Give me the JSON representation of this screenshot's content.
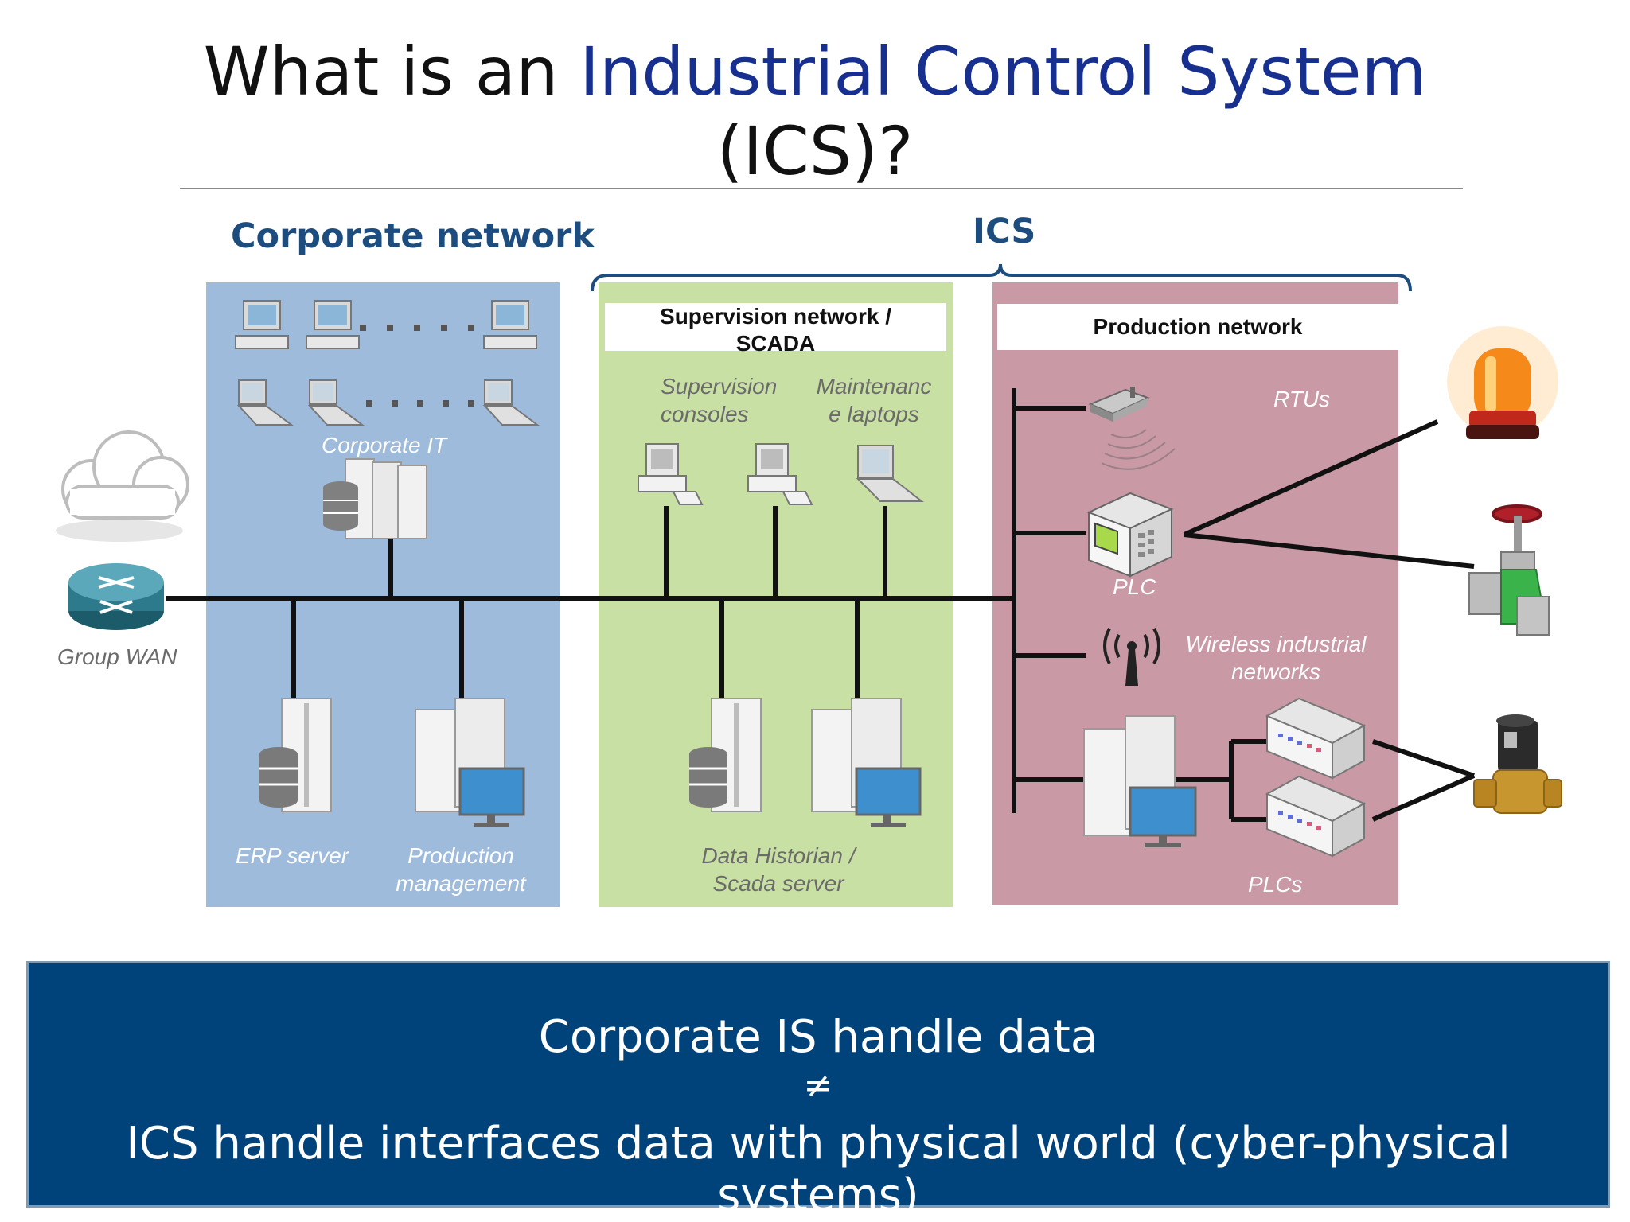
{
  "title": {
    "part1": "What is an ",
    "highlight": "Industrial Control System",
    "part2": "(ICS)?"
  },
  "sections": {
    "corporate_network": "Corporate network",
    "ics": "ICS"
  },
  "zones": {
    "supervision_header": [
      "Supervision network /",
      "SCADA"
    ],
    "production_header": "Production network"
  },
  "labels": {
    "corporate_it": "Corporate IT",
    "group_wan": "Group WAN",
    "erp_server": "ERP server",
    "production_management": [
      "Production",
      "management"
    ],
    "supervision_consoles": [
      "Supervision",
      "consoles"
    ],
    "maintenance_laptops": [
      "Maintenanc",
      "e laptops"
    ],
    "data_historian": [
      "Data Historian /",
      "Scada server"
    ],
    "rtus": "RTUs",
    "plc": "PLC",
    "wireless": [
      "Wireless industrial",
      "networks"
    ],
    "plcs": "PLCs"
  },
  "banner": {
    "line1": "Corporate IS handle data",
    "line2": "≠",
    "line3": "ICS handle interfaces data with physical world (cyber-physical systems)"
  },
  "colors": {
    "title_highlight": "#17308f",
    "section_heading": "#1d4d7e",
    "corporate_zone": "#9fbbdc",
    "supervision_zone": "#c9e0a4",
    "production_zone": "#c999a5",
    "banner": "#00427a"
  }
}
